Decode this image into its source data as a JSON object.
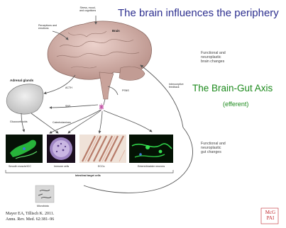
{
  "title": "The brain influences the periphery",
  "axis_title": "The Brain-Gut Axis",
  "axis_subtitle": "(efferent)",
  "side_notes": {
    "brain_changes": [
      "Functional and",
      "neuroplastic",
      "brain changes"
    ],
    "gut_changes": [
      "Functional and",
      "neuroplastic",
      "gut changes"
    ]
  },
  "labels": {
    "stress": [
      "Stress, mood,",
      "and cognitions"
    ],
    "perceptions": [
      "Perceptions and",
      "emotions"
    ],
    "brain": "Brain",
    "adrenal": "Adrenal glands",
    "acth": "ACTH",
    "psns": "PSNS",
    "sns": "SNS",
    "interoceptive": [
      "Interoceptive",
      "feedback"
    ],
    "glucocorticoids": "Glucocorticoids",
    "catecholamines": "Catecholamines",
    "smooth_muscle": "Smooth muscle/ICC",
    "immune": "Immune cells",
    "eccs": "ECCs",
    "enteric": "Enteric/bladder neurons",
    "intestinal_target": "Intestinal target cells",
    "microbiota": "Microbiota"
  },
  "citation": [
    "Mayer EA, Tillisch K. 2011.",
    "Annu. Rev. Med. 62:381–96"
  ],
  "logo": [
    "McG",
    "PAI"
  ],
  "colors": {
    "title": "#2d2f8f",
    "axis_title": "#1c8a1c",
    "arrows": "#555555",
    "logo": "#c0272d"
  }
}
